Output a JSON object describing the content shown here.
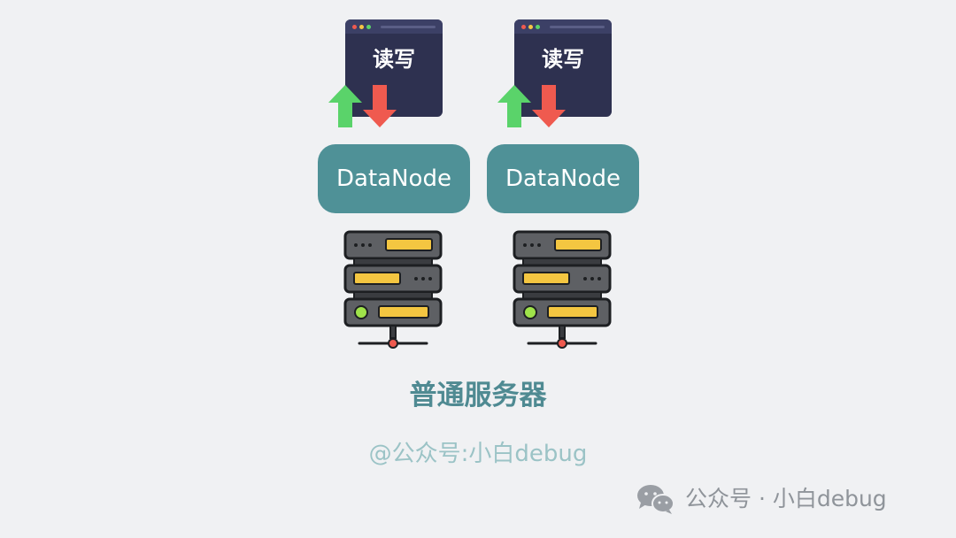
{
  "nodes": [
    {
      "rw_label": "读写",
      "node_label": "DataNode"
    },
    {
      "rw_label": "读写",
      "node_label": "DataNode"
    }
  ],
  "caption": "普通服务器",
  "credit": "@公众号:小白debug",
  "watermark": "公众号 · 小白debug",
  "colors": {
    "background": "#f0f1f3",
    "datanode": "#4f9197",
    "window": "#2e3150",
    "arrow_up": "#5ad36a",
    "arrow_down": "#ef5a4f",
    "caption": "#4f8a92",
    "credit": "#9bc3c6"
  },
  "icons": [
    "browser-window-icon",
    "up-arrow-icon",
    "down-arrow-icon",
    "server-rack-icon",
    "wechat-icon"
  ]
}
